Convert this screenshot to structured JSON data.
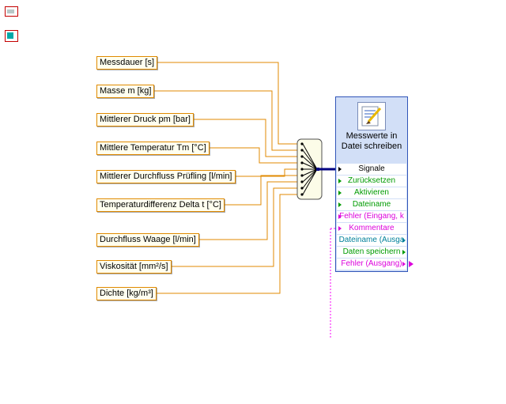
{
  "diagram": {
    "inputs": [
      {
        "label": "Messdauer [s]"
      },
      {
        "label": "Masse m [kg]"
      },
      {
        "label": "Mittlerer Druck pm [bar]"
      },
      {
        "label": "Mittlere Temperatur Tm [°C]"
      },
      {
        "label": "Mittlerer Durchfluss Prüfling [l/min]"
      },
      {
        "label": "Temperaturdifferenz Delta t [°C]"
      },
      {
        "label": "Durchfluss Waage [l/min]"
      },
      {
        "label": "Viskosität [mm²/s]"
      },
      {
        "label": "Dichte [kg/m³]"
      }
    ],
    "merge_node": {
      "icon": "fan-in-merge-signals",
      "input_count": 9
    },
    "express_vi": {
      "icon": "write-measurement-file",
      "title_line1": "Messwerte in",
      "title_line2": "Datei schreiben",
      "terminals": [
        {
          "label": "Signale",
          "color": "#000000",
          "side": "input"
        },
        {
          "label": "Zurücksetzen",
          "color": "#009B00",
          "side": "input"
        },
        {
          "label": "Aktivieren",
          "color": "#009B00",
          "side": "input"
        },
        {
          "label": "Dateiname",
          "color": "#009B00",
          "side": "input"
        },
        {
          "label": "Fehler (Eingang, k",
          "color": "#DC00DC",
          "side": "input"
        },
        {
          "label": "Kommentare",
          "color": "#DC00DC",
          "side": "input"
        },
        {
          "label": "Dateiname (Ausga",
          "color": "#00809B",
          "side": "output"
        },
        {
          "label": "Daten speichern",
          "color": "#009B00",
          "side": "output"
        },
        {
          "label": "Fehler (Ausgang)",
          "color": "#DC00DC",
          "side": "output"
        }
      ]
    },
    "colors": {
      "wire_numeric_orange": "#E08A00",
      "wire_dynamic_navy": "#000080",
      "wire_dangling_magenta": "#F800F8",
      "label_border": "#E08A00",
      "vi_background": "#D2DFF7",
      "vi_border": "#3055B8",
      "boolean_green": "#009B00",
      "path_teal": "#00809B",
      "error_magenta": "#DC00DC"
    },
    "icons": {
      "mini_terminal_1": "red-outline-terminal",
      "mini_terminal_2": "red-outline-terminal-teal"
    }
  }
}
